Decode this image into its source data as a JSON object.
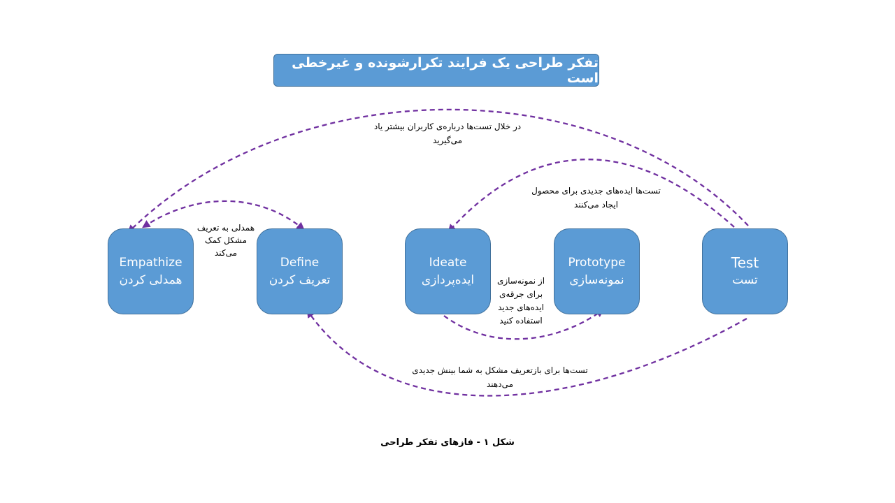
{
  "title": "تفکر طراحی یک فرایند تکرارشونده و غیرخطی است",
  "colors": {
    "box_fill": "#5b9bd5",
    "box_border": "#41719c",
    "arrow": "#7030a0",
    "text_on_box": "#ffffff"
  },
  "nodes": [
    {
      "id": "empathize",
      "en": "Empathize",
      "fa": "همدلی کردن"
    },
    {
      "id": "define",
      "en": "Define",
      "fa": "تعریف کردن"
    },
    {
      "id": "ideate",
      "en": "Ideate",
      "fa": "ایده‌پردازی"
    },
    {
      "id": "prototype",
      "en": "Prototype",
      "fa": "نمونه‌سازی"
    },
    {
      "id": "test",
      "en": "Test",
      "fa": "تست"
    }
  ],
  "annotations": {
    "empathy_helps": [
      "همدلی به تعریف",
      "مشکل کمک",
      "می‌کند"
    ],
    "learn_users": [
      "در خلال تست‌ها درباره‌ی کاربران بیشتر یاد",
      "می‌گیرید"
    ],
    "new_ideas": [
      "تست‌ها ایده‌های جدیدی برای محصول",
      "ایجاد می‌کنند"
    ],
    "prototype_ideas": [
      "از نمونه‌سازی",
      "برای جرقه‌ی",
      "ایده‌های جدید",
      "استفاده کنید"
    ],
    "redefine": [
      "تست‌ها برای بازتعریف مشکل به شما بینش جدیدی",
      "می‌دهند"
    ]
  },
  "caption": "شکل ۱ - فازهای تفکر طراحی"
}
